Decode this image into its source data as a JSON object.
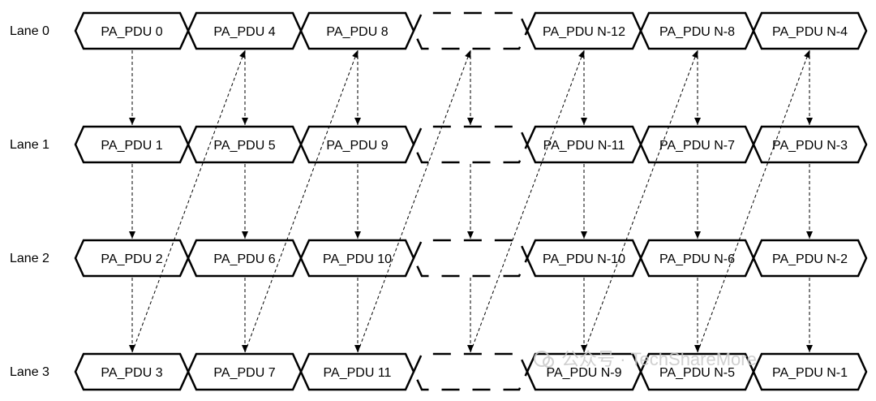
{
  "lanes": [
    "Lane 0",
    "Lane 1",
    "Lane 2",
    "Lane 3"
  ],
  "pdu_rows": [
    [
      "PA_PDU 0",
      "PA_PDU 4",
      "PA_PDU 8",
      "",
      "PA_PDU N-12",
      "PA_PDU N-8",
      "PA_PDU N-4"
    ],
    [
      "PA_PDU 1",
      "PA_PDU 5",
      "PA_PDU 9",
      "",
      "PA_PDU N-11",
      "PA_PDU N-7",
      "PA_PDU N-3"
    ],
    [
      "PA_PDU 2",
      "PA_PDU 6",
      "PA_PDU 10",
      "",
      "PA_PDU N-10",
      "PA_PDU N-6",
      "PA_PDU N-2"
    ],
    [
      "PA_PDU 3",
      "PA_PDU 7",
      "PA_PDU 11",
      "",
      "PA_PDU N-9",
      "PA_PDU N-5",
      "PA_PDU N-1"
    ]
  ],
  "watermark": "公众号 · TechShareMore",
  "colors": {
    "stroke": "#000000",
    "watermark": "#c8c8c8"
  }
}
